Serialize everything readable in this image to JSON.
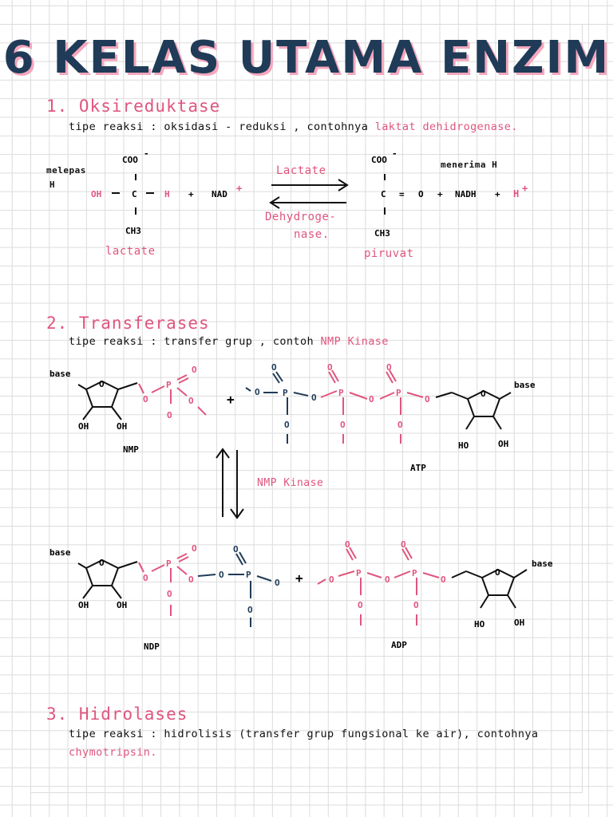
{
  "title": "6 KELAS UTAMA ENZIM",
  "colors": {
    "accent_pink": "#e0557e",
    "navy": "#1f3b57",
    "title_shadow": "#f4a7bd"
  },
  "section1": {
    "heading": "1. Oksireduktase",
    "desc_prefix": "tipe reaksi : oksidasi - reduksi , contohnya ",
    "desc_example": "laktat dehidrogenase.",
    "melepas": "melepas",
    "melepas_h": "H",
    "menerima": "menerima H",
    "coo_left": "COO",
    "coo_right": "COO",
    "minus": "-",
    "ch3_left": "CH3",
    "ch3_right": "CH3",
    "lactate_row": {
      "oh": "OH",
      "c": "C",
      "h": "H",
      "plus": "+",
      "nad": "NAD",
      "charge": "+"
    },
    "piruvat_row": {
      "c": "C",
      "eq": "=",
      "o": "O",
      "plus": "+",
      "nadh": "NADH",
      "plus2": "+",
      "h": "H",
      "charge": "+"
    },
    "arrow_top": "Lactate",
    "arrow_bottom_1": "Dehydroge-",
    "arrow_bottom_2": "nase.",
    "lactate_label": "lactate",
    "piruvat_label": "piruvat"
  },
  "section2": {
    "heading": "2. Transferases",
    "desc_prefix": "tipe reaksi : transfer grup , contoh ",
    "desc_example": "NMP Kinase",
    "base": "base",
    "oh": "OH",
    "ho": "HO",
    "o": "O",
    "p": "P",
    "plus": "+",
    "nmp": "NMP",
    "atp": "ATP",
    "ndp": "NDP",
    "adp": "ADP",
    "enzyme": "NMP Kinase"
  },
  "section3": {
    "heading": "3. Hidrolases",
    "desc_prefix": "tipe reaksi : hidrolisis (transfer grup fungsional ke air), contohnya",
    "desc_example": "chymotripsin."
  }
}
